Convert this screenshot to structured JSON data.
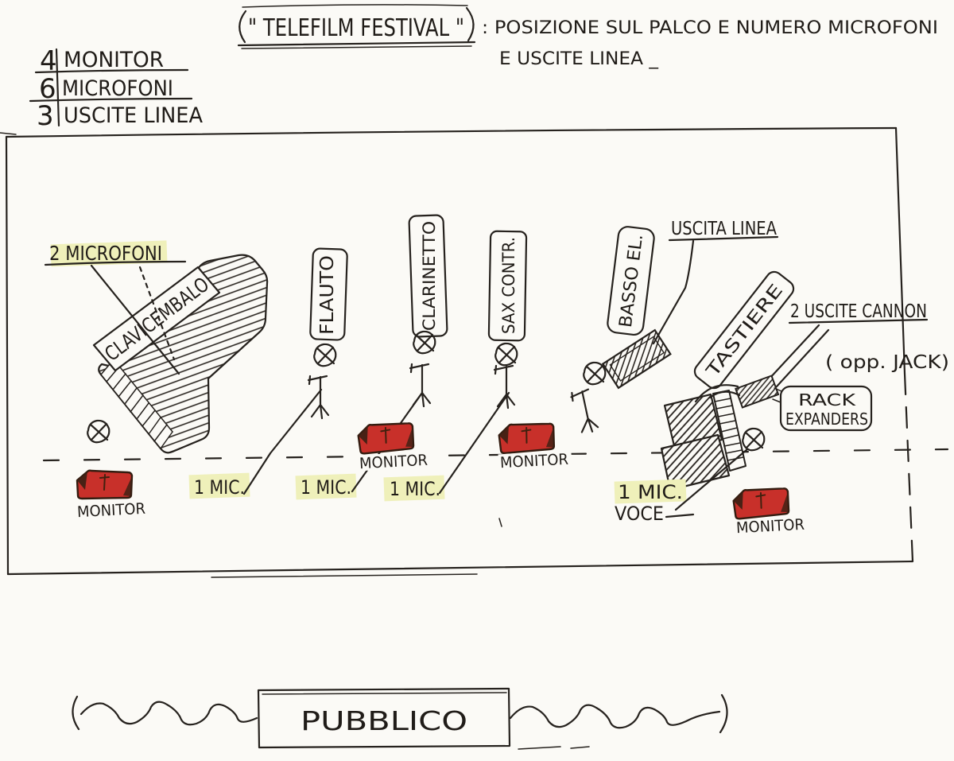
{
  "colors": {
    "ink": "#26221e",
    "paper": "#fbfaf6",
    "monitor_red": "#c8302a",
    "highlight_yellow": "#eff0ba"
  },
  "header": {
    "title": "\" TELEFILM FESTIVAL \"",
    "subtitle_line1": ": POSIZIONE SUL PALCO E NUMERO MICROFONI",
    "subtitle_line2": "E USCITE LINEA _"
  },
  "legend": {
    "rows": [
      {
        "count": "4",
        "label": "MONITOR"
      },
      {
        "count": "6",
        "label": "MICROFONI"
      },
      {
        "count": "3",
        "label": "USCITE LINEA"
      }
    ]
  },
  "stage": {
    "clavicembalo": {
      "label": "CLAVICEMBALO",
      "note": "2 MICROFONI"
    },
    "flauto": {
      "label": "FLAUTO"
    },
    "clarinetto": {
      "label": "CLARINETTO"
    },
    "sax": {
      "label": "SAX CONTR."
    },
    "basso": {
      "label": "BASSO EL.",
      "uscita": "USCITA LINEA"
    },
    "tastiere": {
      "label": "TASTIERE",
      "uscite": "2 USCITE CANNON",
      "jack": "( opp. JACK)",
      "rack_line1": "RACK",
      "rack_line2": "EXPANDERS"
    },
    "mic_labels": [
      "1 MIC.",
      "1 MIC.",
      "1 MIC."
    ],
    "voice_mic": {
      "line1": "1 MIC.",
      "line2": "VOCE"
    },
    "monitor_labels": [
      "MONITOR",
      "MONITOR",
      "MONITOR",
      "MONITOR"
    ]
  },
  "audience": {
    "label": "PUBBLICO"
  }
}
